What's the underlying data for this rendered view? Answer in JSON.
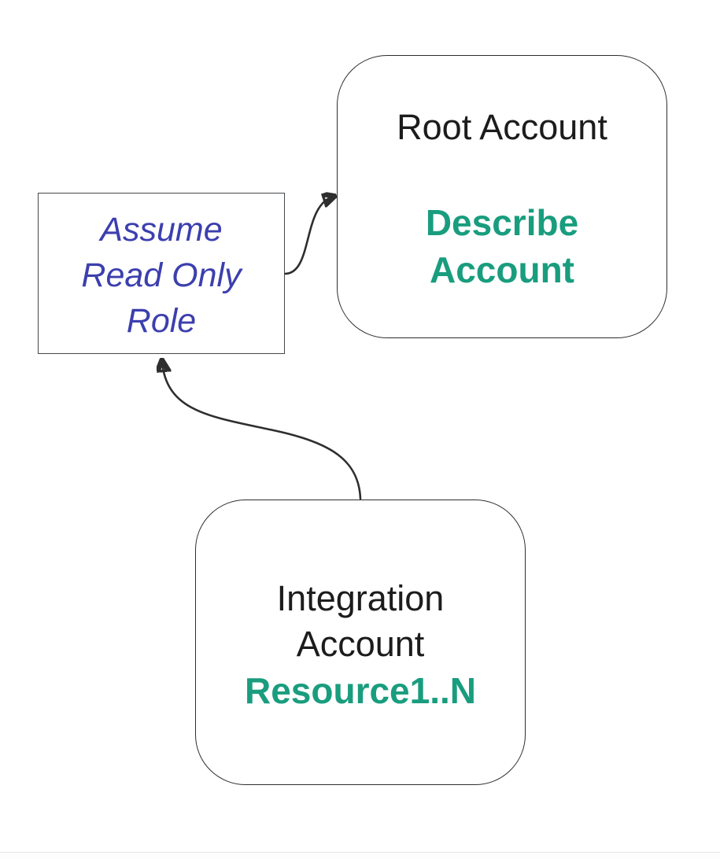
{
  "diagram": {
    "colors": {
      "background": "#ffffff",
      "stroke": "#2e2e2e",
      "accent_teal": "#199d7e",
      "accent_blue": "#3c3fae",
      "text": "#1c1c1c"
    },
    "nodes": {
      "root": {
        "title": "Root Account",
        "title_lines": [
          "Root Account"
        ],
        "action": "Describe Account",
        "action_lines": [
          "Describe",
          "Account"
        ]
      },
      "assume": {
        "label": "Assume Read Only Role",
        "label_lines": [
          "Assume",
          "Read Only",
          "Role"
        ]
      },
      "integration": {
        "title": "Integration Account",
        "title_lines": [
          "Integration",
          "Account"
        ],
        "action": "Resource1..N",
        "action_lines": [
          "Resource1..N"
        ]
      }
    },
    "edges": [
      {
        "from": "assume-read-only-role",
        "to": "root-account"
      },
      {
        "from": "integration-account",
        "to": "assume-read-only-role"
      }
    ]
  }
}
